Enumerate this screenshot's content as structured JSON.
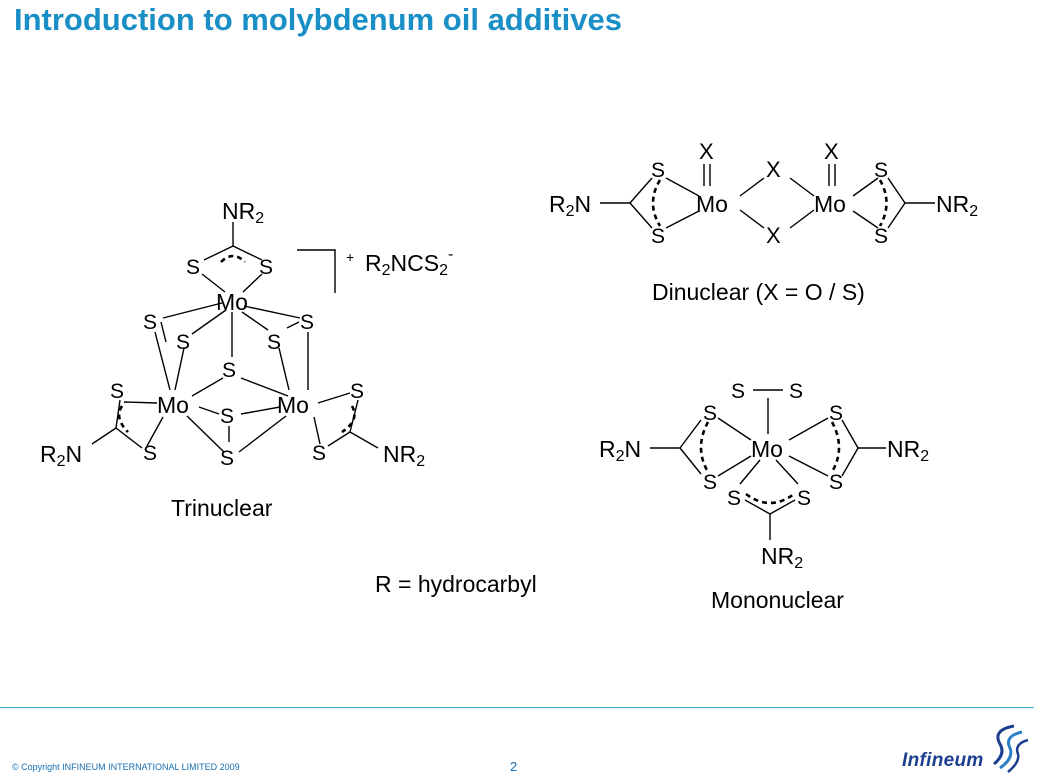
{
  "slide": {
    "title": "Introduction to molybdenum oil additives",
    "page_number": "2",
    "copyright": "© Copyright INFINEUM INTERNATIONAL LIMITED 2009"
  },
  "logo": {
    "text": "Infineum"
  },
  "legend": {
    "r_definition": "R = hydrocarbyl"
  },
  "atoms": {
    "r2n": "R",
    "n": "N",
    "nr": "NR",
    "sub2": "2",
    "mo": "Mo",
    "s": "S",
    "x": "X",
    "plus": "+",
    "minus": "-",
    "counter_ion_a": "R",
    "counter_ion_b": "NCS"
  },
  "structures": {
    "trinuclear": {
      "label": "Trinuclear"
    },
    "dinuclear": {
      "label": "Dinuclear (X = O / S)"
    },
    "mononuclear": {
      "label": "Mononuclear"
    }
  },
  "colors": {
    "title": "#1a8fc6",
    "footer_text": "#1a6fb0",
    "rule": "#4aa8d3",
    "logo": "#1d3f8f"
  }
}
